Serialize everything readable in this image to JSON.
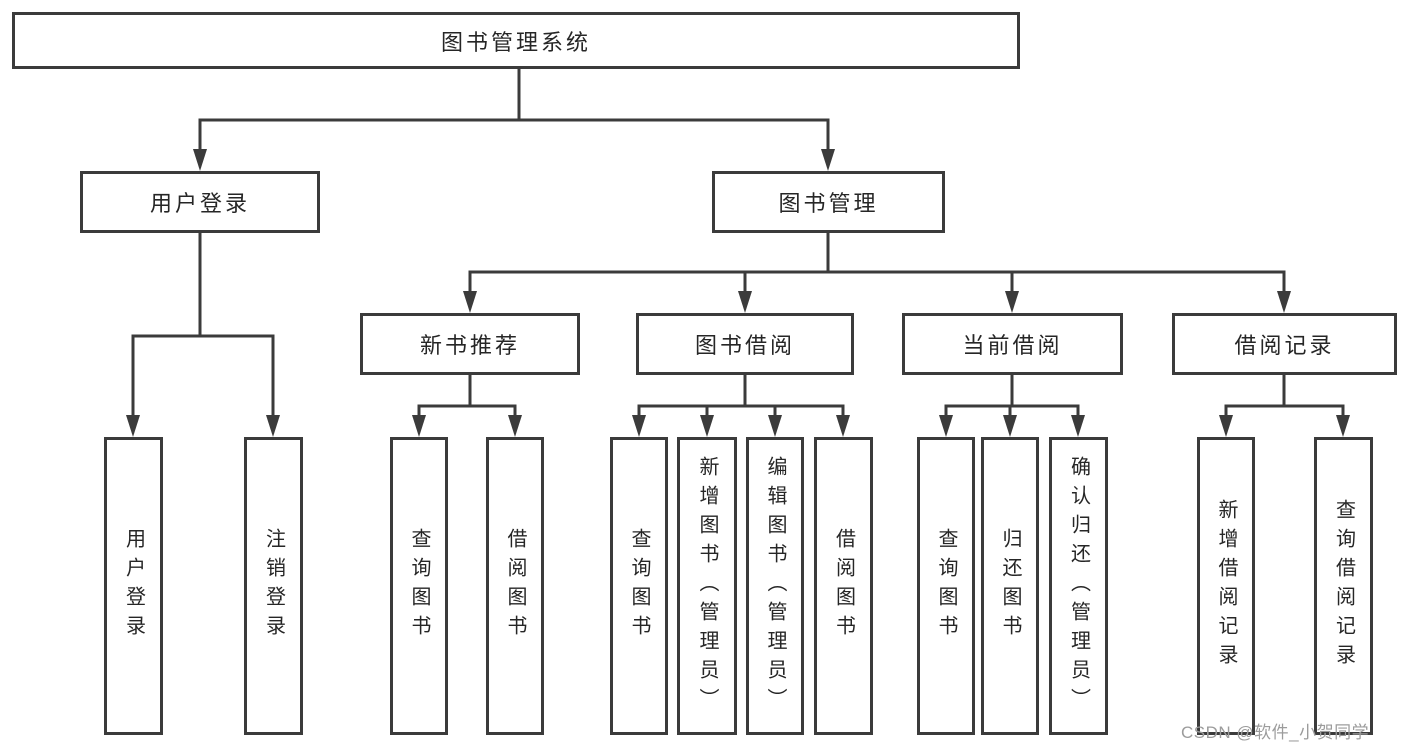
{
  "diagram": {
    "title_node": {
      "label": "图书管理系统"
    },
    "level2": [
      {
        "label": "用户登录"
      },
      {
        "label": "图书管理"
      }
    ],
    "level3": [
      {
        "label": "新书推荐",
        "parent": "图书管理"
      },
      {
        "label": "图书借阅",
        "parent": "图书管理"
      },
      {
        "label": "当前借阅",
        "parent": "图书管理"
      },
      {
        "label": "借阅记录",
        "parent": "图书管理"
      }
    ],
    "leaves": [
      {
        "label": "用户登录",
        "parent": "用户登录"
      },
      {
        "label": "注销登录",
        "parent": "用户登录"
      },
      {
        "label": "查询图书",
        "parent": "新书推荐"
      },
      {
        "label": "借阅图书",
        "parent": "新书推荐"
      },
      {
        "label": "查询图书",
        "parent": "图书借阅"
      },
      {
        "label": "新增图书（管理员）",
        "parent": "图书借阅"
      },
      {
        "label": "编辑图书（管理员）",
        "parent": "图书借阅"
      },
      {
        "label": "借阅图书",
        "parent": "图书借阅"
      },
      {
        "label": "查询图书",
        "parent": "当前借阅"
      },
      {
        "label": "归还图书",
        "parent": "当前借阅"
      },
      {
        "label": "确认归还（管理员）",
        "parent": "当前借阅"
      },
      {
        "label": "新增借阅记录",
        "parent": "借阅记录"
      },
      {
        "label": "查询借阅记录",
        "parent": "借阅记录"
      }
    ],
    "colors": {
      "line": "#3b3b3b",
      "text": "#262626",
      "background": "#ffffff",
      "watermark": "#9c9c9c"
    },
    "watermark": {
      "text": "CSDN @软件_小贺同学"
    }
  }
}
